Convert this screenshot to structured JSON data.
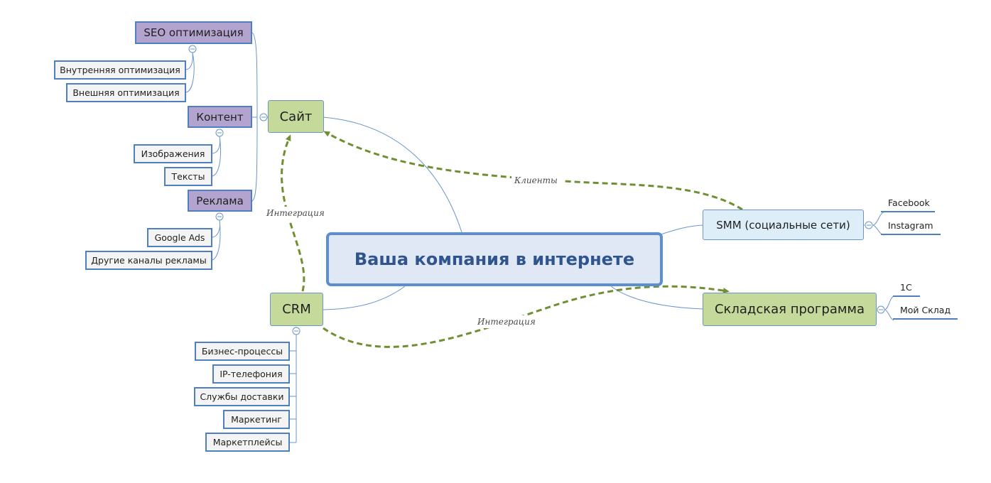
{
  "central": {
    "label": "Ваша компания в интернете"
  },
  "site": {
    "label": "Сайт",
    "seo": {
      "label": "SEO оптимизация",
      "children": [
        "Внутренняя оптимизация",
        "Внешняя оптимизация"
      ]
    },
    "content": {
      "label": "Контент",
      "children": [
        "Изображения",
        "Тексты"
      ]
    },
    "ads": {
      "label": "Реклама",
      "children": [
        "Google Ads",
        "Другие каналы рекламы"
      ]
    }
  },
  "crm": {
    "label": "CRM",
    "children": [
      "Бизнес-процессы",
      "IP-телефония",
      "Службы доставки",
      "Маркетинг",
      "Маркетплейсы"
    ]
  },
  "smm": {
    "label": "SMM (социальные сети)",
    "children": [
      "Facebook",
      "Instagram"
    ]
  },
  "warehouse": {
    "label": "Складская программа",
    "children": [
      "1С",
      "Мой Склад"
    ]
  },
  "relations": {
    "clients": "Клиенты",
    "integration_crm_site": "Интеграция",
    "integration_crm_warehouse": "Интеграция"
  },
  "colors": {
    "central_border": "#5b8fd0",
    "main_topic_green": "#c5da9a",
    "main_topic_blue": "#deeef9",
    "subtopic_purple": "#b3a4cf",
    "relation_arrow": "#6f8f32",
    "connector": "#6a95c9"
  }
}
